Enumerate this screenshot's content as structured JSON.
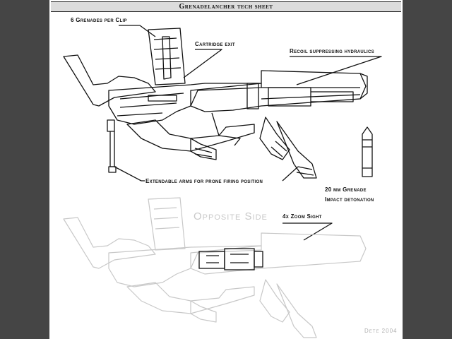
{
  "title": "Grenadelancher tech sheet",
  "labels": {
    "grenades_per_clip": "6 Grenades per Clip",
    "cartridge_exit": "Cartridge exit",
    "recoil": "Recoil suppressing hydraulics",
    "extendable_arms": "Extendable arms for prone firing position",
    "grenade_line1": "20 mm Grenade",
    "grenade_line2": "Impact detonation",
    "opposite_side": "Opposite Side",
    "zoom_sight": "4x Zoom Sight",
    "signature": "Dete 2004"
  },
  "colors": {
    "frame_bg": "#454545",
    "sheet_bg": "#ffffff",
    "title_bar": "#dcdcdc",
    "line": "#111111",
    "ghost_line": "#c8c8c8"
  }
}
